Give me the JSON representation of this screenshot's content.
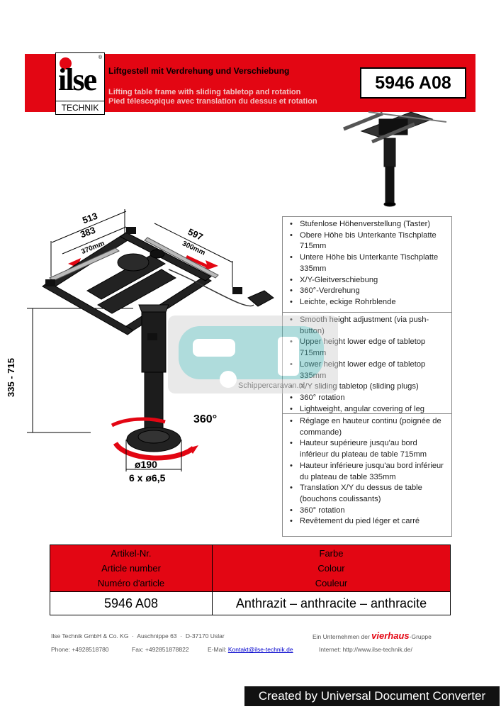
{
  "header": {
    "logo_word": "ilse",
    "logo_registered": "®",
    "logo_sub": "TECHNIK",
    "title_de": "Liftgestell mit Verdrehung und Verschiebung",
    "title_en": "Lifting table frame with sliding tabletop and rotation",
    "title_fr": "Pied télescopique avec translation du dessus et rotation",
    "article_number": "5946 A08",
    "accent_color": "#e30613"
  },
  "drawing": {
    "dim_513": "513",
    "dim_383": "383",
    "dim_370": "370mm",
    "dim_597": "597",
    "dim_300": "300mm",
    "dim_height": "335 - 715",
    "rotation": "360°",
    "base_diameter": "ø190",
    "holes": "6 x ø6,5"
  },
  "watermark": {
    "text": "Schippercaravan.nl"
  },
  "features": {
    "de": [
      "Stufenlose Höhenverstellung (Taster)",
      "Obere Höhe bis Unterkante Tischplatte 715mm",
      "Untere Höhe bis Unterkante Tischplatte 335mm",
      "X/Y-Gleitverschiebung",
      "360°-Verdrehung",
      "Leichte, eckige Rohrblende"
    ],
    "en": [
      "Smooth height adjustment (via push-button)",
      "Upper height lower edge of tabletop 715mm",
      "Lower height lower edge of tabletop 335mm",
      "X/Y sliding tabletop (sliding plugs)",
      "360° rotation",
      "Lightweight, angular covering of leg"
    ],
    "fr": [
      "Réglage en hauteur continu (poignée de commande)",
      "Hauteur supérieure jusqu'au bord inférieur du plateau de table 715mm",
      "Hauteur inférieure jusqu'au bord inférieur du plateau de table 335mm",
      "Translation X/Y du dessus de table (bouchons coulissants)",
      "360° rotation",
      "Revêtement du pied léger et carré"
    ]
  },
  "table": {
    "col1_header": [
      "Artikel-Nr.",
      "Article number",
      "Numéro d'article"
    ],
    "col2_header": [
      "Farbe",
      "Colour",
      "Couleur"
    ],
    "col1_value": "5946 A08",
    "col2_value": "Anthrazit – anthracite – anthracite"
  },
  "footer": {
    "company": "Ilse Technik GmbH & Co. KG",
    "street": "Auschnippe 63",
    "city": "D-37170 Uslar",
    "group_prefix": "Ein Unternehmen der",
    "group_brand": "vierhaus",
    "group_suffix": "-Gruppe",
    "phone": "Phone: +4928518780",
    "fax": "Fax: +492851878822",
    "email_label": "E-Mail:",
    "email": "Kontakt@ilse-technik.de",
    "internet": "Internet: http://www.ilse-technik.de/",
    "sep": "·"
  },
  "banner": "Created by Universal Document Converter"
}
